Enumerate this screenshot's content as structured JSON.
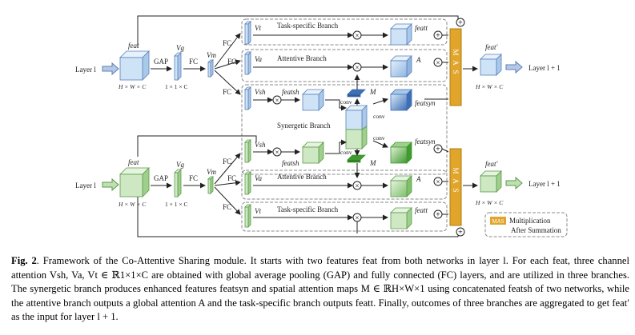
{
  "top": {
    "layer_in": "Layer l",
    "feat": "feat",
    "dims_feat": "H × W × C",
    "gap": "GAP",
    "vg": "Vg",
    "dims_vec": "1 × 1 × C",
    "fc": "FC",
    "vm": "Vm",
    "branch_task": "Task-specific Branch",
    "branch_att": "Attentive Branch",
    "vt": "Vt",
    "va": "Va",
    "vsh": "Vsh",
    "feat_t": "featt",
    "a_label": "A",
    "feat_sh": "featsh",
    "m_label": "M",
    "conv": "conv",
    "feat_syn": "featsyn",
    "mas": "M A S",
    "feat_prime": "feat′",
    "layer_out": "Layer l + 1"
  },
  "middle": {
    "synergetic": "Synergetic Branch",
    "conv_mid": "conv"
  },
  "bottom": {
    "layer_in": "Layer l",
    "feat": "feat",
    "dims_feat": "H × W × C",
    "gap": "GAP",
    "vg": "Vg",
    "dims_vec": "1 × 1 × C",
    "fc": "FC",
    "vm": "Vm",
    "branch_task": "Task-specific Branch",
    "branch_att": "Attentive Branch",
    "vt": "Vt",
    "va": "Va",
    "vsh": "Vsh",
    "feat_t": "featt",
    "a_label": "A",
    "feat_sh": "featsh",
    "m_label": "M",
    "conv": "conv",
    "feat_syn": "featsyn",
    "mas": "M A S",
    "feat_prime": "feat′",
    "layer_out": "Layer l + 1"
  },
  "legend": {
    "badge": "MAS",
    "line1": "Multiplication",
    "line2": "After Summation"
  },
  "caption": {
    "fig_label": "Fig. 2",
    "text": ". Framework of the Co-Attentive Sharing module. It starts with two features feat from both networks in layer l. For each feat, three channel attention Vsh, Va, Vt ∈ ℝ1×1×C are obtained with global average pooling (GAP) and fully connected (FC) layers, and are utilized in three branches. The synergetic branch produces enhanced features featsyn and spatial attention maps M ∈ ℝH×W×1 using concatenated featsh of two networks, while the attentive branch outputs a global attention A and the task-specific branch outputs featt. Finally, outcomes of three branches are aggregated to get feat′ as the input for layer l + 1."
  },
  "colors": {
    "blue_face": "#cfe3f7",
    "blue_top": "#e6f1fb",
    "blue_side": "#a9c9ea",
    "blue_dark": "#4f7fc4",
    "green_face": "#cfe8c4",
    "green_top": "#e6f3df",
    "green_side": "#9fcf8c",
    "green_dark": "#3f9a2f",
    "mas": "#e0a52a",
    "arrow": "#5b7fb8"
  }
}
